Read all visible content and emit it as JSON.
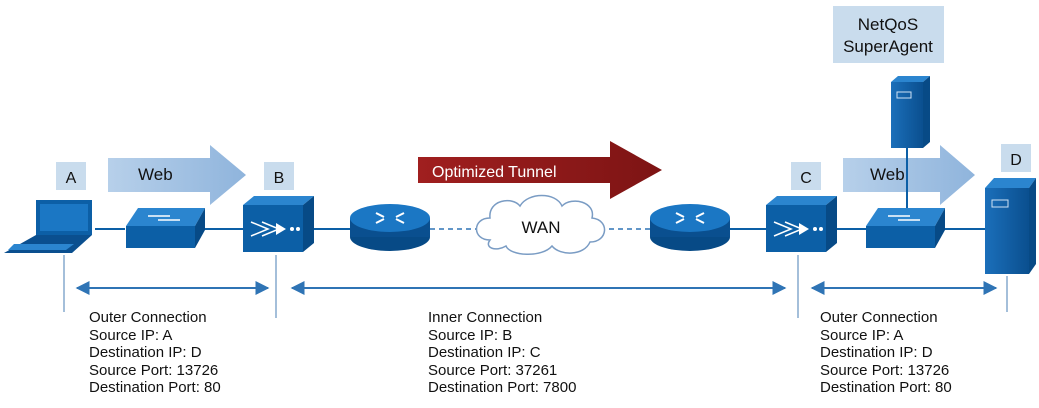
{
  "colors": {
    "device_blue": "#0c5fa6",
    "device_dark": "#074a86",
    "label_box": "#c9dced",
    "web_arrow": "#9bbde0",
    "tunnel_arrow": "#8e1a1a",
    "connection_line": "#2f74b5"
  },
  "nodes": {
    "a": "A",
    "b": "B",
    "c": "C",
    "d": "D"
  },
  "netqos": {
    "line1": "NetQoS",
    "line2": "SuperAgent"
  },
  "arrows": {
    "web_left": "Web",
    "web_right": "Web",
    "tunnel": "Optimized Tunnel"
  },
  "wan": "WAN",
  "icons": [
    "laptop-icon",
    "switch-icon",
    "accelerator-icon",
    "router-icon",
    "cloud-icon",
    "server-icon"
  ],
  "connections": {
    "outer_left": {
      "title": "Outer Connection",
      "source_ip": "Source IP: A",
      "dest_ip": "Destination IP: D",
      "source_port": "Source Port: 13726",
      "dest_port": "Destination Port: 80"
    },
    "inner": {
      "title": "Inner Connection",
      "source_ip": "Source IP: B",
      "dest_ip": "Destination IP: C",
      "source_port": "Source Port: 37261",
      "dest_port": "Destination Port: 7800"
    },
    "outer_right": {
      "title": "Outer Connection",
      "source_ip": "Source IP: A",
      "dest_ip": "Destination IP: D",
      "source_port": "Source Port: 13726",
      "dest_port": "Destination Port: 80"
    }
  }
}
